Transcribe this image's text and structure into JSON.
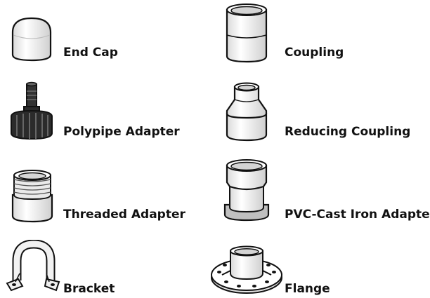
{
  "colors": {
    "outline": "#111111",
    "fill": "#ffffff",
    "shade": "#e6e6e6",
    "dark": "#222222"
  },
  "items": [
    {
      "label": "End Cap",
      "icon": "end-cap-icon"
    },
    {
      "label": "Polypipe Adapter",
      "icon": "polypipe-adapter-icon"
    },
    {
      "label": "Threaded Adapter",
      "icon": "threaded-adapter-icon"
    },
    {
      "label": "Bracket",
      "icon": "bracket-icon"
    },
    {
      "label": "Coupling",
      "icon": "coupling-icon"
    },
    {
      "label": "Reducing Coupling",
      "icon": "reducing-coupling-icon"
    },
    {
      "label": "PVC-Cast Iron Adapter",
      "icon": "pvc-cast-iron-adapter-icon"
    },
    {
      "label": "Flange",
      "icon": "flange-icon"
    }
  ]
}
